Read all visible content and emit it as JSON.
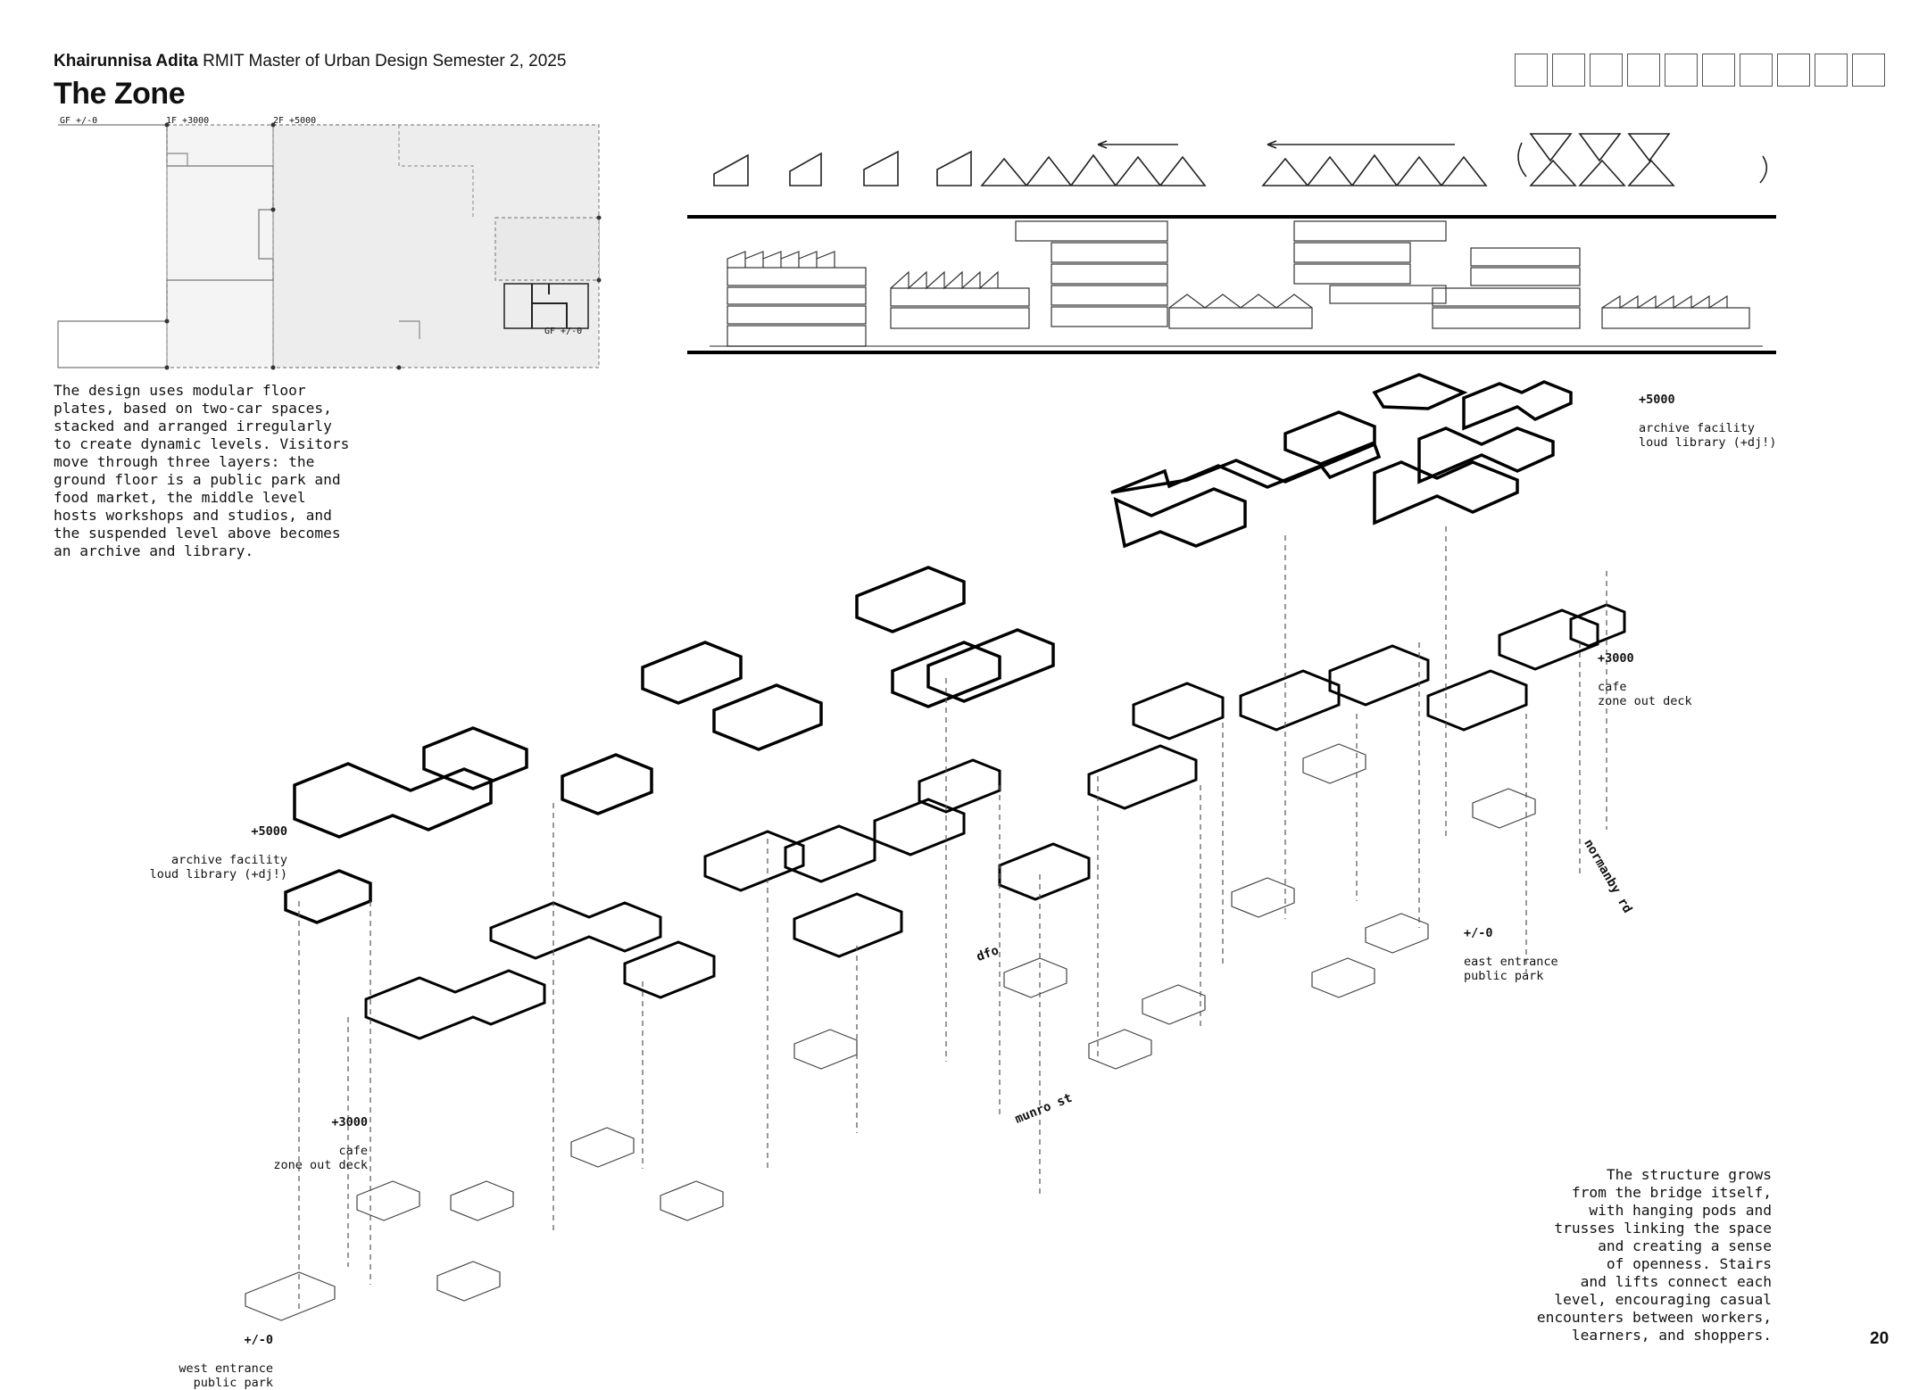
{
  "header": {
    "author": "Khairunnisa Adita",
    "course": "RMIT Master of Urban Design Semester 2, 2025",
    "title": "The Zone"
  },
  "plan": {
    "labels": [
      "GF +/-0",
      "1F +3000",
      "2F +5000"
    ],
    "inset_label": "GF +/-0"
  },
  "intro": "The design uses modular floor\nplates, based on two-car spaces,\nstacked and arranged irregularly\nto create dynamic levels. Visitors\nmove through three layers: the\nground floor is a public park and\nfood market, the middle level\nhosts workshops and studios, and\nthe suspended level above becomes\nan archive and library.",
  "outro": "The structure grows\nfrom the bridge itself,\nwith hanging pods and\ntrusses linking the space\nand creating a sense\nof openness. Stairs\nand lifts connect each\nlevel, encouraging casual\nencounters between workers,\nlearners, and shoppers.",
  "levels": {
    "right_top": {
      "level": "+5000",
      "text": "archive facility\nloud library (+dj!)"
    },
    "right_mid": {
      "level": "+3000",
      "text": "cafe\nzone out deck"
    },
    "right_low": {
      "level": "+/-0",
      "text": "east entrance\npublic park"
    },
    "left_top": {
      "level": "+5000",
      "text": "archive facility\nloud library (+dj!)"
    },
    "left_mid": {
      "level": "+3000",
      "text": "cafe\nzone out deck"
    },
    "left_low": {
      "level": "+/-0",
      "text": "west entrance\npublic park"
    }
  },
  "streets": {
    "normanby": "normanby rd",
    "munro": "munro st",
    "dfo": "dfo"
  },
  "page_number": "20",
  "nav_boxes": 10
}
